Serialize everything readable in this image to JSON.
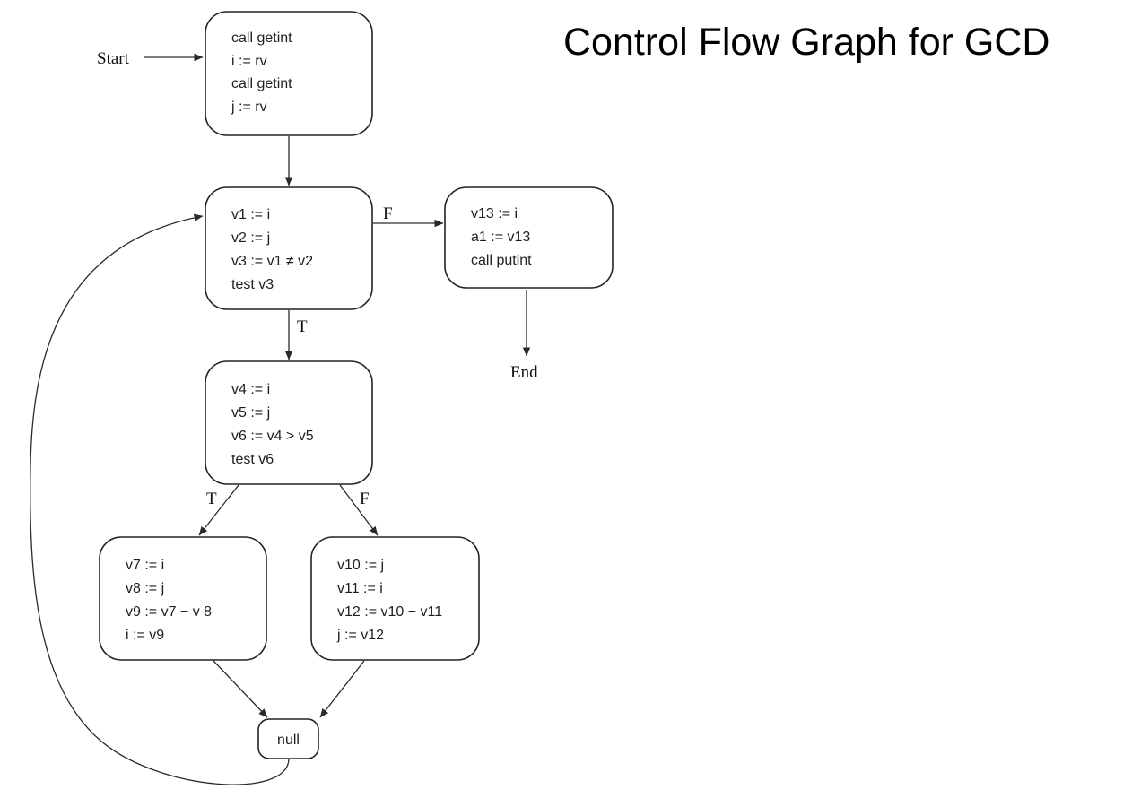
{
  "title": "Control Flow Graph for GCD",
  "colors": {
    "line": "#2a2a2a",
    "text": "#1e1e1e",
    "background": "#ffffff"
  },
  "terminals": {
    "start": "Start",
    "end": "End"
  },
  "nodes": {
    "entry": {
      "lines": [
        "call getint",
        "i := rv",
        "call getint",
        "j := rv"
      ]
    },
    "test1": {
      "lines": [
        "v1 := i",
        "v2 := j",
        "v3 := v1 ≠ v2",
        "test v3"
      ]
    },
    "exit": {
      "lines": [
        "v13 := i",
        "a1 := v13",
        "call putint"
      ]
    },
    "test2": {
      "lines": [
        "v4 := i",
        "v5 := j",
        "v6 := v4 > v5",
        "test v6"
      ]
    },
    "sub_i": {
      "lines": [
        "v7 := i",
        "v8 := j",
        "v9 := v7 − v 8",
        "i := v9"
      ]
    },
    "sub_j": {
      "lines": [
        "v10 := j",
        "v11 := i",
        "v12 := v10 − v11",
        "j := v12"
      ]
    },
    "join": {
      "lines": [
        "null"
      ]
    }
  },
  "edge_labels": {
    "test1_false": "F",
    "test1_true": "T",
    "test2_true": "T",
    "test2_false": "F"
  }
}
